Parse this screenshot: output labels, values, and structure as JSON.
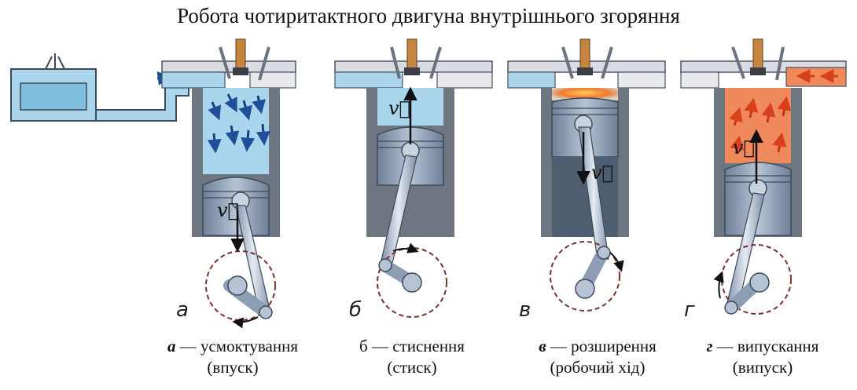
{
  "title": "Робота чотиритактного двигуна внутрішнього згоряння",
  "velocity_label": "v⃗",
  "colors": {
    "fresh_mixture": "#a9d6ec",
    "burning_gas": "#f08a5d",
    "cylinder_wall": "#6e7682",
    "piston": "#8d9db4",
    "tubing": "#bcd0e6"
  },
  "stages": [
    {
      "letter": "а",
      "caption_letter": "а",
      "caption_rest": " — усмоктування",
      "caption_line2": "(впуск)"
    },
    {
      "letter": "б",
      "caption_letter": "б",
      "caption_rest": " — стиснення",
      "caption_line2": "(стиск)"
    },
    {
      "letter": "в",
      "caption_letter": "в",
      "caption_rest": " — розширення",
      "caption_line2": "(робочий хід)"
    },
    {
      "letter": "г",
      "caption_letter": "г",
      "caption_rest": " — випускання",
      "caption_line2": "(випуск)"
    }
  ]
}
